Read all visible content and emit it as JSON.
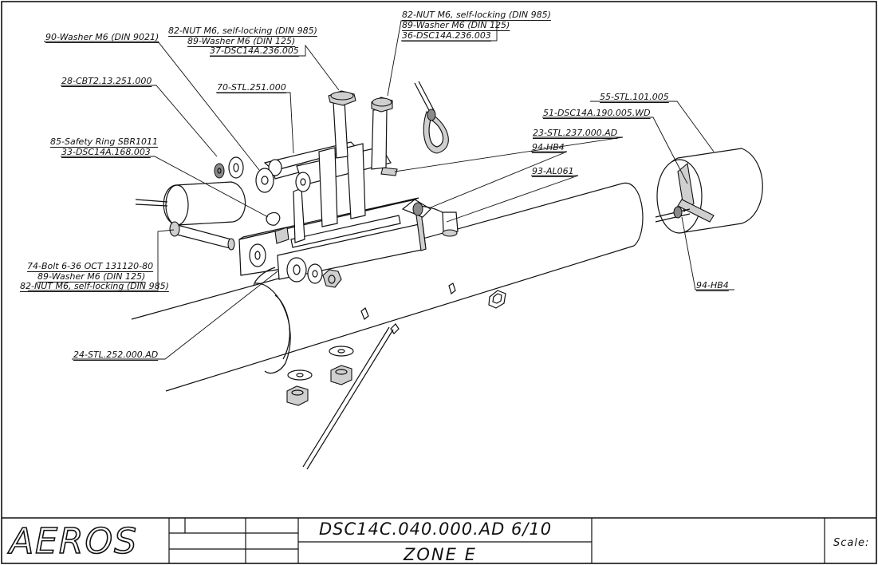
{
  "drawing": {
    "callouts": [
      {
        "lines": [
          "90-Washer M6 (DIN 9021)"
        ]
      },
      {
        "lines": [
          "82-NUT M6, self-locking (DIN 985)",
          "89-Washer M6 (DIN 125)",
          "37-DSC14A.236.005"
        ]
      },
      {
        "lines": [
          "82-NUT M6, self-locking (DIN 985)",
          "89-Washer M6 (DIN 125)",
          "36-DSC14A.236.003"
        ]
      },
      {
        "lines": [
          "28-CBT2.13.251.000"
        ]
      },
      {
        "lines": [
          "70-STL.251.000"
        ]
      },
      {
        "lines": [
          "85-Safety Ring SBR1011",
          "33-DSC14A.168.003"
        ]
      },
      {
        "lines": [
          "55-STL.101.005"
        ]
      },
      {
        "lines": [
          "51-DSC14A.190.005.WD"
        ]
      },
      {
        "lines": [
          "23-STL.237.000.AD"
        ]
      },
      {
        "lines": [
          "94-HB4"
        ]
      },
      {
        "lines": [
          "93-AL061"
        ]
      },
      {
        "lines": [
          "74-Bolt 6-36 OCT 131120-80",
          "89-Washer M6 (DIN 125)",
          "82-NUT M6, self-locking (DIN 985)"
        ]
      },
      {
        "lines": [
          "94-HB4"
        ]
      },
      {
        "lines": [
          "24-STL.252.000.AD"
        ]
      }
    ]
  },
  "title_block": {
    "logo": "AEROS",
    "document_number": "DSC14C.040.000.AD  6/10",
    "zone": "ZONE E",
    "scale_label": "Scale:"
  }
}
